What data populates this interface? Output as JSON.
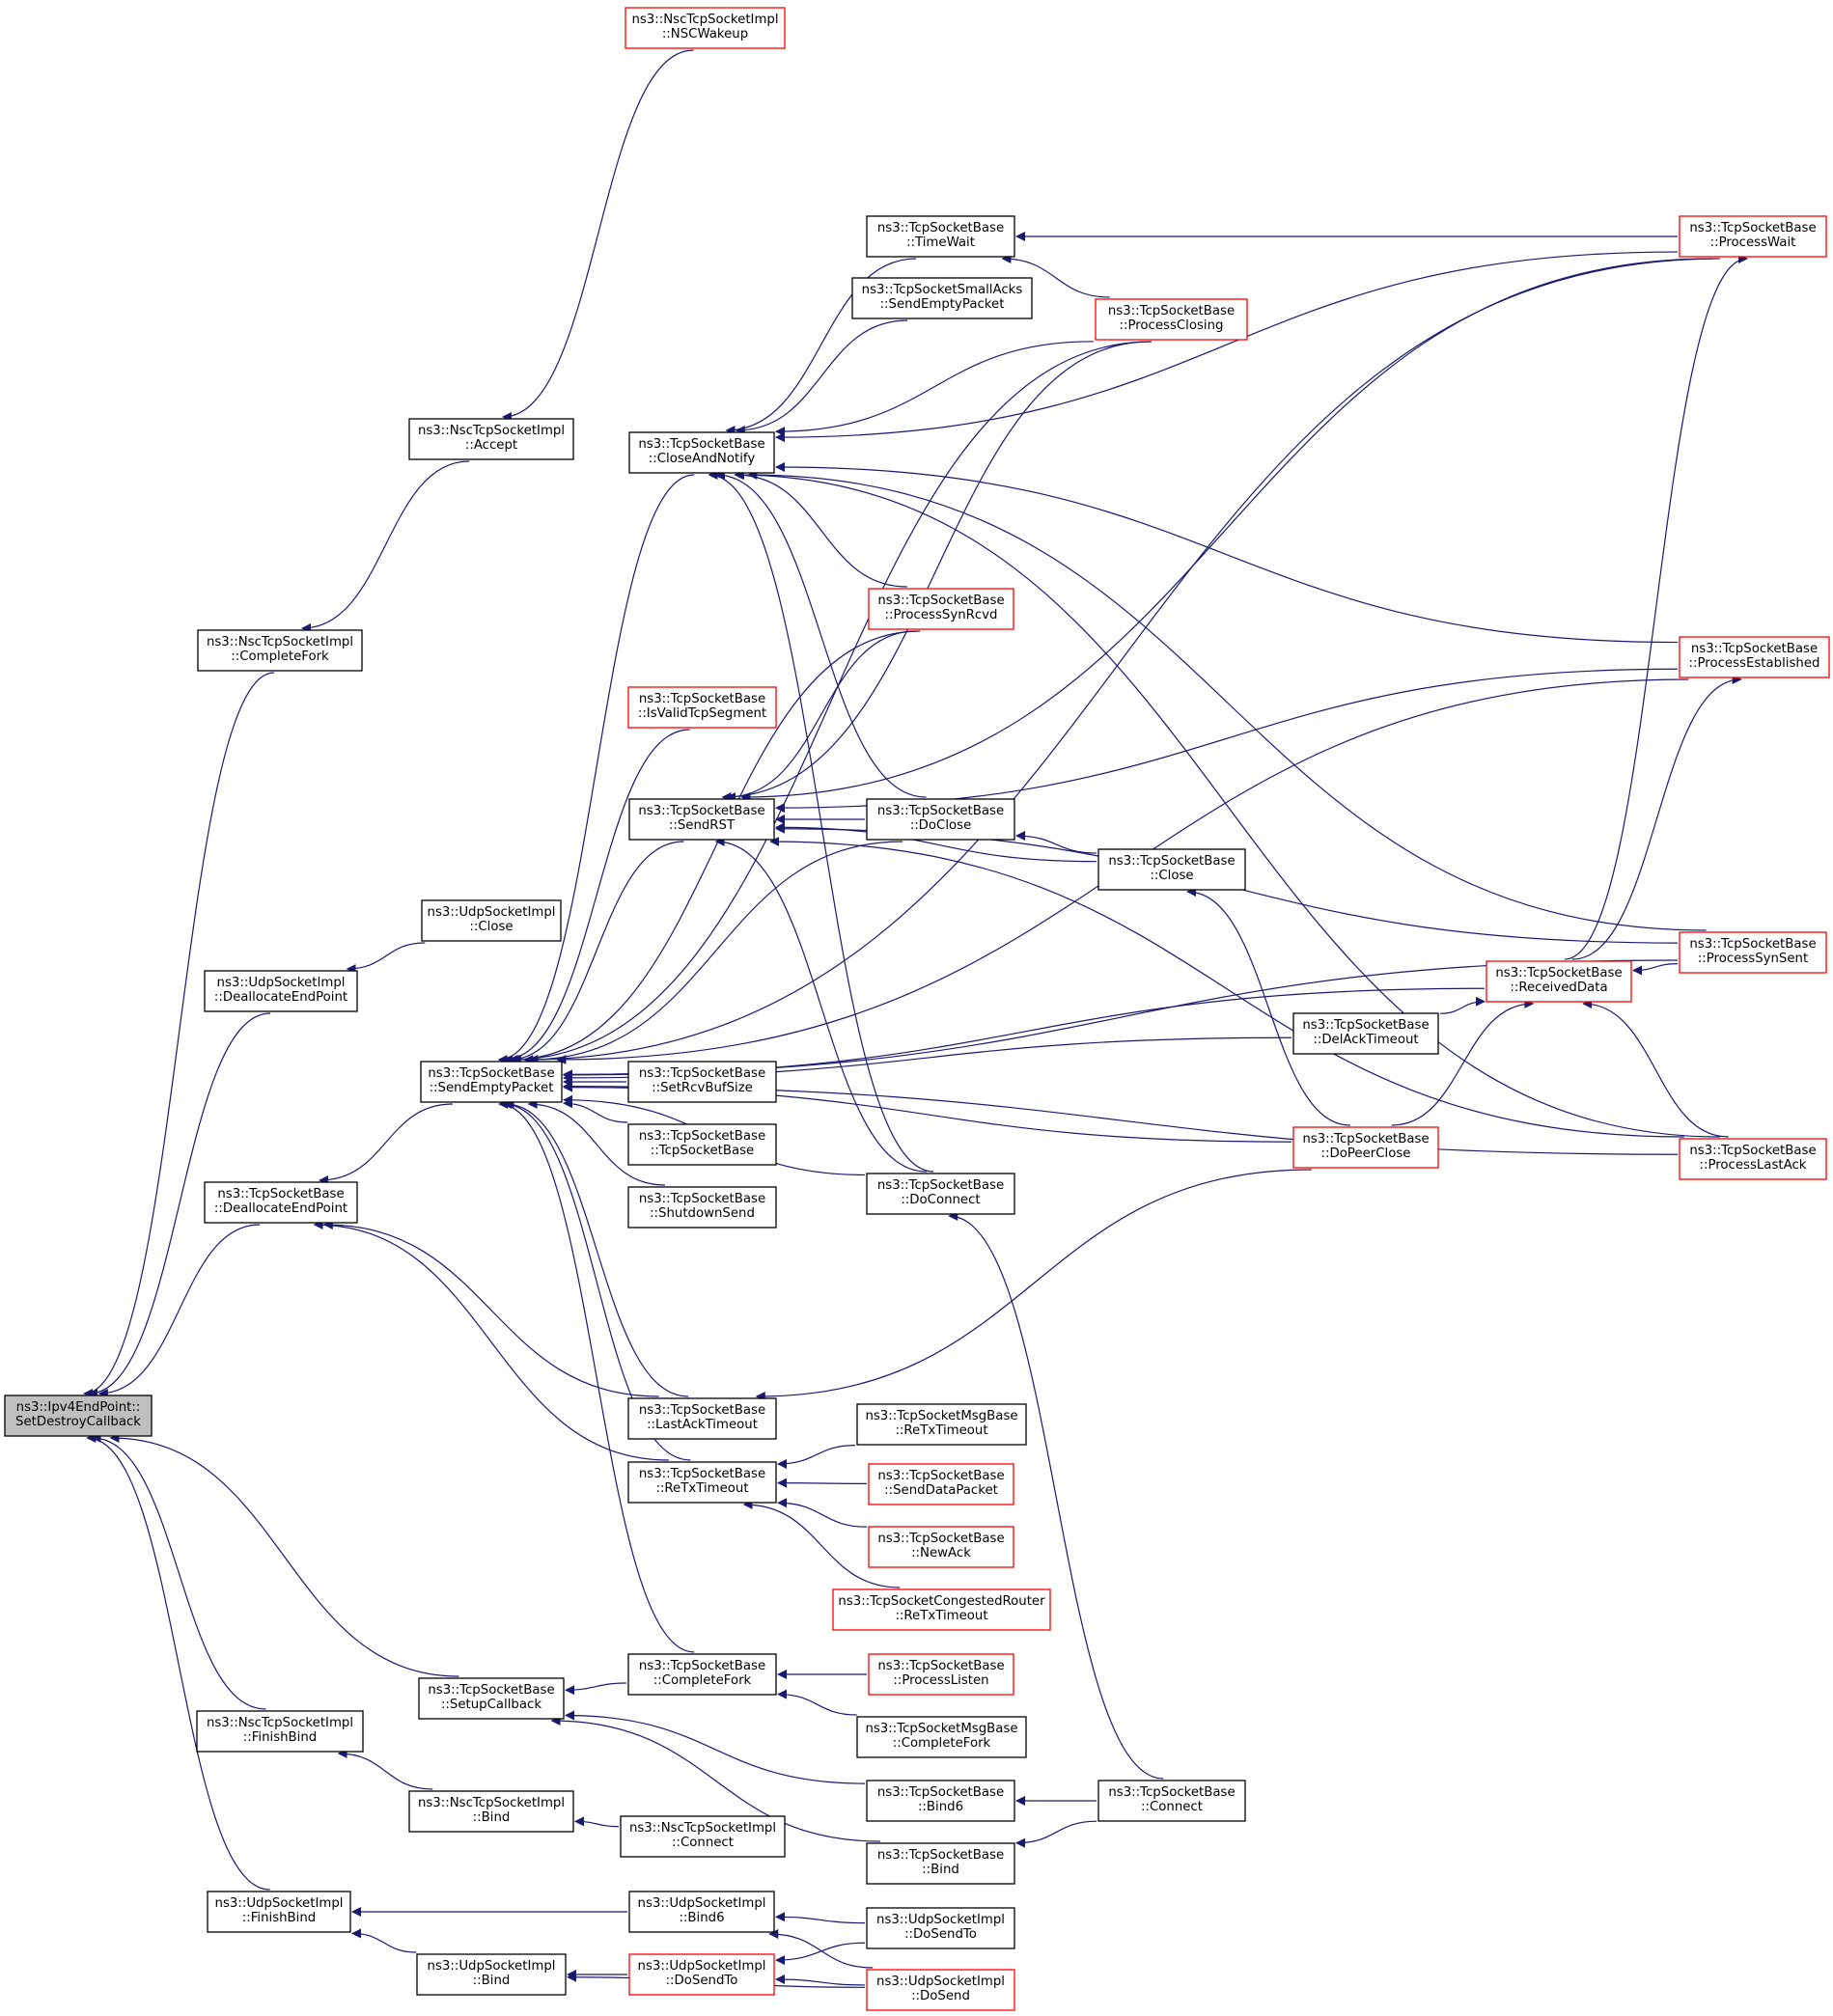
{
  "colors": {
    "edge": "#191970",
    "node_border": "#000000",
    "node_border_warn": "#ff0000",
    "root_fill": "#bfbfbf",
    "node_fill": "#ffffff"
  },
  "nodes": [
    {
      "id": "n0",
      "lines": [
        "ns3::Ipv4EndPoint::",
        "SetDestroyCallback"
      ],
      "style": "root"
    },
    {
      "id": "n1",
      "lines": [
        "ns3::NscTcpSocketImpl",
        "::CompleteFork"
      ],
      "style": "normal"
    },
    {
      "id": "n2",
      "lines": [
        "ns3::NscTcpSocketImpl",
        "::Accept"
      ],
      "style": "normal"
    },
    {
      "id": "n3",
      "lines": [
        "ns3::NscTcpSocketImpl",
        "::NSCWakeup"
      ],
      "style": "red"
    },
    {
      "id": "n4",
      "lines": [
        "ns3::UdpSocketImpl",
        "::DeallocateEndPoint"
      ],
      "style": "normal"
    },
    {
      "id": "n5",
      "lines": [
        "ns3::UdpSocketImpl",
        "::Close"
      ],
      "style": "normal"
    },
    {
      "id": "n6",
      "lines": [
        "ns3::TcpSocketBase",
        "::DeallocateEndPoint"
      ],
      "style": "normal"
    },
    {
      "id": "n7",
      "lines": [
        "ns3::TcpSocketBase",
        "::SendEmptyPacket"
      ],
      "style": "normal"
    },
    {
      "id": "n8",
      "lines": [
        "ns3::TcpSocketBase",
        "::CloseAndNotify"
      ],
      "style": "normal"
    },
    {
      "id": "n9",
      "lines": [
        "ns3::TcpSocketBase",
        "::TimeWait"
      ],
      "style": "normal"
    },
    {
      "id": "n10",
      "lines": [
        "ns3::TcpSocketSmallAcks",
        "::SendEmptyPacket"
      ],
      "style": "normal"
    },
    {
      "id": "n11",
      "lines": [
        "ns3::TcpSocketBase",
        "::ProcessClosing"
      ],
      "style": "red"
    },
    {
      "id": "n12",
      "lines": [
        "ns3::TcpSocketBase",
        "::ProcessWait"
      ],
      "style": "red"
    },
    {
      "id": "n13",
      "lines": [
        "ns3::TcpSocketBase",
        "::ProcessSynRcvd"
      ],
      "style": "red"
    },
    {
      "id": "n14",
      "lines": [
        "ns3::TcpSocketBase",
        "::ProcessEstablished"
      ],
      "style": "red"
    },
    {
      "id": "n15",
      "lines": [
        "ns3::TcpSocketBase",
        "::IsValidTcpSegment"
      ],
      "style": "red"
    },
    {
      "id": "n16",
      "lines": [
        "ns3::TcpSocketBase",
        "::SendRST"
      ],
      "style": "normal"
    },
    {
      "id": "n17",
      "lines": [
        "ns3::TcpSocketBase",
        "::DoClose"
      ],
      "style": "normal"
    },
    {
      "id": "n18",
      "lines": [
        "ns3::TcpSocketBase",
        "::Close"
      ],
      "style": "normal"
    },
    {
      "id": "n19",
      "lines": [
        "ns3::TcpSocketBase",
        "::ProcessSynSent"
      ],
      "style": "red"
    },
    {
      "id": "n20",
      "lines": [
        "ns3::TcpSocketBase",
        "::ReceivedData"
      ],
      "style": "red"
    },
    {
      "id": "n21",
      "lines": [
        "ns3::TcpSocketBase",
        "::DelAckTimeout"
      ],
      "style": "normal"
    },
    {
      "id": "n22",
      "lines": [
        "ns3::TcpSocketBase",
        "::SetRcvBufSize"
      ],
      "style": "normal"
    },
    {
      "id": "n23",
      "lines": [
        "ns3::TcpSocketBase",
        "::TcpSocketBase"
      ],
      "style": "normal"
    },
    {
      "id": "n24",
      "lines": [
        "ns3::TcpSocketBase",
        "::ShutdownSend"
      ],
      "style": "normal"
    },
    {
      "id": "n25",
      "lines": [
        "ns3::TcpSocketBase",
        "::DoPeerClose"
      ],
      "style": "red"
    },
    {
      "id": "n26",
      "lines": [
        "ns3::TcpSocketBase",
        "::ProcessLastAck"
      ],
      "style": "red"
    },
    {
      "id": "n27",
      "lines": [
        "ns3::TcpSocketBase",
        "::DoConnect"
      ],
      "style": "normal"
    },
    {
      "id": "n28",
      "lines": [
        "ns3::TcpSocketBase",
        "::LastAckTimeout"
      ],
      "style": "normal"
    },
    {
      "id": "n29",
      "lines": [
        "ns3::TcpSocketMsgBase",
        "::ReTxTimeout"
      ],
      "style": "normal"
    },
    {
      "id": "n30",
      "lines": [
        "ns3::TcpSocketBase",
        "::ReTxTimeout"
      ],
      "style": "normal"
    },
    {
      "id": "n31",
      "lines": [
        "ns3::TcpSocketBase",
        "::SendDataPacket"
      ],
      "style": "red"
    },
    {
      "id": "n32",
      "lines": [
        "ns3::TcpSocketBase",
        "::NewAck"
      ],
      "style": "red"
    },
    {
      "id": "n33",
      "lines": [
        "ns3::TcpSocketCongestedRouter",
        "::ReTxTimeout"
      ],
      "style": "red"
    },
    {
      "id": "n34",
      "lines": [
        "ns3::TcpSocketBase",
        "::SetupCallback"
      ],
      "style": "normal"
    },
    {
      "id": "n35",
      "lines": [
        "ns3::TcpSocketBase",
        "::CompleteFork"
      ],
      "style": "normal"
    },
    {
      "id": "n36",
      "lines": [
        "ns3::TcpSocketBase",
        "::ProcessListen"
      ],
      "style": "red"
    },
    {
      "id": "n37",
      "lines": [
        "ns3::TcpSocketMsgBase",
        "::CompleteFork"
      ],
      "style": "normal"
    },
    {
      "id": "n38",
      "lines": [
        "ns3::NscTcpSocketImpl",
        "::FinishBind"
      ],
      "style": "normal"
    },
    {
      "id": "n39",
      "lines": [
        "ns3::NscTcpSocketImpl",
        "::Bind"
      ],
      "style": "normal"
    },
    {
      "id": "n40",
      "lines": [
        "ns3::NscTcpSocketImpl",
        "::Connect"
      ],
      "style": "normal"
    },
    {
      "id": "n41",
      "lines": [
        "ns3::TcpSocketBase",
        "::Bind6"
      ],
      "style": "normal"
    },
    {
      "id": "n42",
      "lines": [
        "ns3::TcpSocketBase",
        "::Connect"
      ],
      "style": "normal"
    },
    {
      "id": "n43",
      "lines": [
        "ns3::TcpSocketBase",
        "::Bind"
      ],
      "style": "normal"
    },
    {
      "id": "n44",
      "lines": [
        "ns3::UdpSocketImpl",
        "::FinishBind"
      ],
      "style": "normal"
    },
    {
      "id": "n45",
      "lines": [
        "ns3::UdpSocketImpl",
        "::Bind6"
      ],
      "style": "normal"
    },
    {
      "id": "n46",
      "lines": [
        "ns3::UdpSocketImpl",
        "::DoSendTo"
      ],
      "style": "normal"
    },
    {
      "id": "n47",
      "lines": [
        "ns3::UdpSocketImpl",
        "::Bind"
      ],
      "style": "normal"
    },
    {
      "id": "n48",
      "lines": [
        "ns3::UdpSocketImpl",
        "::DoSendTo"
      ],
      "style": "red"
    },
    {
      "id": "n49",
      "lines": [
        "ns3::UdpSocketImpl",
        "::DoSend"
      ],
      "style": "red"
    }
  ],
  "edges": [
    {
      "from": "n1",
      "to": "n0"
    },
    {
      "from": "n2",
      "to": "n1"
    },
    {
      "from": "n3",
      "to": "n2"
    },
    {
      "from": "n4",
      "to": "n0"
    },
    {
      "from": "n5",
      "to": "n4"
    },
    {
      "from": "n6",
      "to": "n0"
    },
    {
      "from": "n7",
      "to": "n6"
    },
    {
      "from": "n8",
      "to": "n7"
    },
    {
      "from": "n9",
      "to": "n8"
    },
    {
      "from": "n10",
      "to": "n8"
    },
    {
      "from": "n11",
      "to": "n8"
    },
    {
      "from": "n12",
      "to": "n8"
    },
    {
      "from": "n13",
      "to": "n8"
    },
    {
      "from": "n14",
      "to": "n8"
    },
    {
      "from": "n17",
      "to": "n8"
    },
    {
      "from": "n19",
      "to": "n8"
    },
    {
      "from": "n26",
      "to": "n8"
    },
    {
      "from": "n27",
      "to": "n8"
    },
    {
      "from": "n12",
      "to": "n9"
    },
    {
      "from": "n11",
      "to": "n9"
    },
    {
      "from": "n11",
      "to": "n7"
    },
    {
      "from": "n12",
      "to": "n7"
    },
    {
      "from": "n13",
      "to": "n7"
    },
    {
      "from": "n14",
      "to": "n7"
    },
    {
      "from": "n15",
      "to": "n7"
    },
    {
      "from": "n16",
      "to": "n7"
    },
    {
      "from": "n17",
      "to": "n7"
    },
    {
      "from": "n20",
      "to": "n7"
    },
    {
      "from": "n21",
      "to": "n7"
    },
    {
      "from": "n22",
      "to": "n7"
    },
    {
      "from": "n23",
      "to": "n7"
    },
    {
      "from": "n24",
      "to": "n7"
    },
    {
      "from": "n25",
      "to": "n7"
    },
    {
      "from": "n27",
      "to": "n7"
    },
    {
      "from": "n19",
      "to": "n7"
    },
    {
      "from": "n26",
      "to": "n7"
    },
    {
      "from": "n28",
      "to": "n7"
    },
    {
      "from": "n30",
      "to": "n7"
    },
    {
      "from": "n35",
      "to": "n7"
    },
    {
      "from": "n13",
      "to": "n16"
    },
    {
      "from": "n11",
      "to": "n16"
    },
    {
      "from": "n12",
      "to": "n16"
    },
    {
      "from": "n14",
      "to": "n16"
    },
    {
      "from": "n17",
      "to": "n16"
    },
    {
      "from": "n18",
      "to": "n16"
    },
    {
      "from": "n19",
      "to": "n16"
    },
    {
      "from": "n27",
      "to": "n16"
    },
    {
      "from": "n26",
      "to": "n16"
    },
    {
      "from": "n18",
      "to": "n17"
    },
    {
      "from": "n25",
      "to": "n18"
    },
    {
      "from": "n19",
      "to": "n20"
    },
    {
      "from": "n21",
      "to": "n20"
    },
    {
      "from": "n20",
      "to": "n12"
    },
    {
      "from": "n20",
      "to": "n14"
    },
    {
      "from": "n26",
      "to": "n20"
    },
    {
      "from": "n25",
      "to": "n20"
    },
    {
      "from": "n28",
      "to": "n6"
    },
    {
      "from": "n30",
      "to": "n6"
    },
    {
      "from": "n25",
      "to": "n28"
    },
    {
      "from": "n29",
      "to": "n30"
    },
    {
      "from": "n31",
      "to": "n30"
    },
    {
      "from": "n32",
      "to": "n30"
    },
    {
      "from": "n33",
      "to": "n30"
    },
    {
      "from": "n42",
      "to": "n27"
    },
    {
      "from": "n34",
      "to": "n0"
    },
    {
      "from": "n35",
      "to": "n34"
    },
    {
      "from": "n36",
      "to": "n35"
    },
    {
      "from": "n37",
      "to": "n35"
    },
    {
      "from": "n41",
      "to": "n34"
    },
    {
      "from": "n43",
      "to": "n34"
    },
    {
      "from": "n42",
      "to": "n41"
    },
    {
      "from": "n42",
      "to": "n43"
    },
    {
      "from": "n38",
      "to": "n0"
    },
    {
      "from": "n39",
      "to": "n38"
    },
    {
      "from": "n40",
      "to": "n39"
    },
    {
      "from": "n44",
      "to": "n0"
    },
    {
      "from": "n45",
      "to": "n44"
    },
    {
      "from": "n47",
      "to": "n44"
    },
    {
      "from": "n46",
      "to": "n45"
    },
    {
      "from": "n49",
      "to": "n45"
    },
    {
      "from": "n48",
      "to": "n47"
    },
    {
      "from": "n49",
      "to": "n47"
    },
    {
      "from": "n46",
      "to": "n48"
    },
    {
      "from": "n49",
      "to": "n48"
    }
  ]
}
